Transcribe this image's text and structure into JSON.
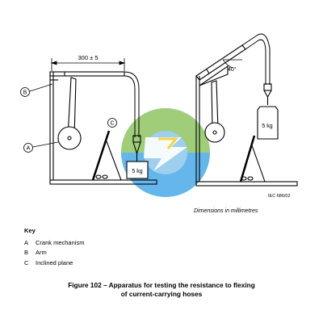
{
  "figure": {
    "dimension_label": "300 ± 5",
    "angle_label": "40°",
    "weight_label_left": "5 kg",
    "weight_label_right": "5 kg",
    "callouts": {
      "a": "A",
      "b": "B",
      "c": "C"
    },
    "iec_ref": "IEC   686/02",
    "units_note": "Dimensions in millimetres"
  },
  "key": {
    "title": "Key",
    "items": [
      {
        "letter": "A",
        "text": "Crank mechanism"
      },
      {
        "letter": "B",
        "text": "Arm"
      },
      {
        "letter": "C",
        "text": "Inclined plane"
      }
    ]
  },
  "caption": {
    "line1": "Figure 102 – Apparatus for testing the resistance to flexing",
    "line2": "of current-carrying hoses"
  },
  "colors": {
    "line": "#000000",
    "watermark_blue": "#3aa3e6",
    "watermark_green": "#8fc640",
    "watermark_yellow": "#f2d01e"
  }
}
